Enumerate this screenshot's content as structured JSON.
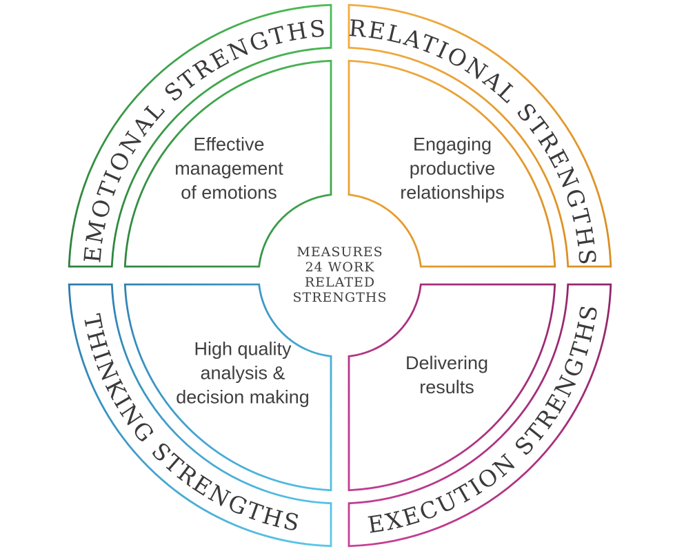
{
  "center": {
    "text": "MEASURES\n24 WORK\nRELATED\nSTRENGTHS"
  },
  "ink_color": "#3a3a3a",
  "quadrants": {
    "emotional": {
      "label": "EMOTIONAL STRENGTHS",
      "description": "Effective\nmanagement\nof emotions",
      "color_dark": "#2c7e3c",
      "color_light": "#4cbc55"
    },
    "relational": {
      "label": "RELATIONAL STRENGTHS",
      "description": "Engaging\nproductive\nrelationships",
      "color_light": "#f3ac40",
      "color_dark": "#d88c1f"
    },
    "thinking": {
      "label": "THINKING STRENGTHS",
      "description": "High quality\nanalysis &\ndecision making",
      "color_dark": "#2a79ab",
      "color_light": "#59c8ec"
    },
    "execution": {
      "label": "EXECUTION STRENGTHS",
      "description": "Delivering\nresults",
      "color_light": "#c84097",
      "color_dark": "#8f2368"
    }
  }
}
